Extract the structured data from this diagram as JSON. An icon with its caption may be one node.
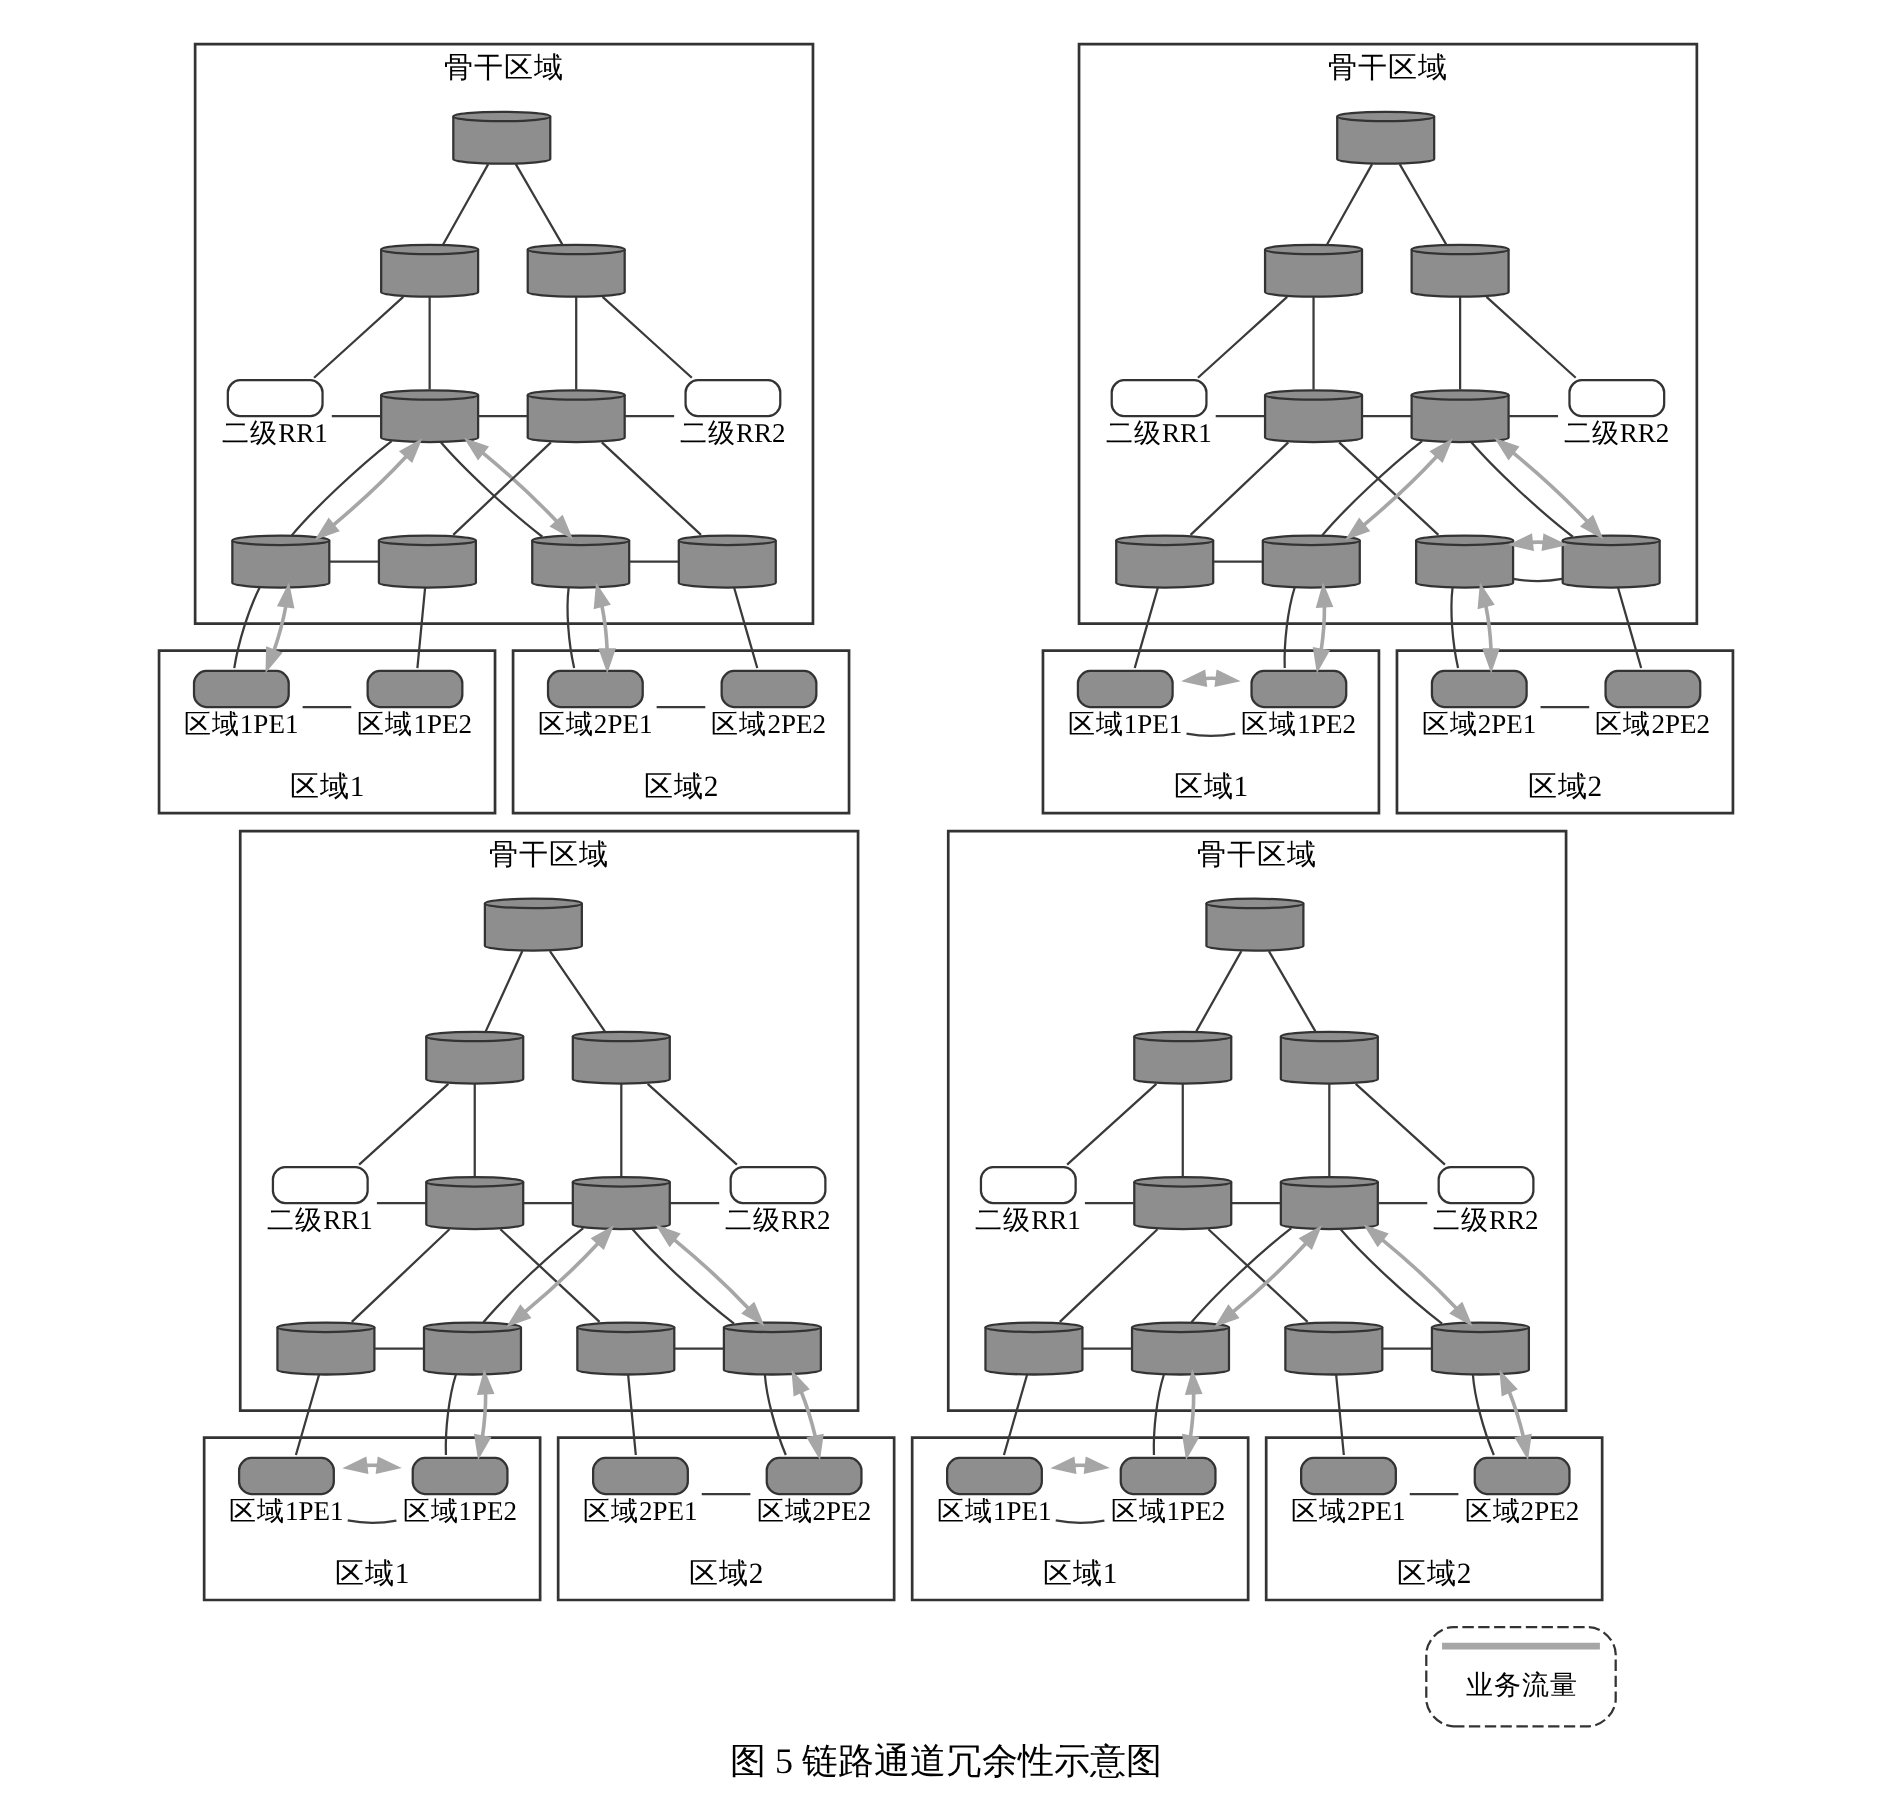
{
  "diagram": {
    "caption": "图 5 链路通道冗余性示意图",
    "nodes": [
      {
        "text": [
          "骨干区域"
        ]
      },
      {
        "text": [],
        "shape": "cylinder",
        "in": 0
      },
      {
        "text": [],
        "shape": "cylinder",
        "in": 0
      },
      {
        "text": [],
        "shape": "cylinder",
        "in": 0
      },
      {
        "text": [
          "二级RR1"
        ],
        "in": 0
      },
      {
        "text": [],
        "shape": "cylinder",
        "in": 0
      },
      {
        "text": [],
        "shape": "cylinder",
        "in": 0
      },
      {
        "text": [
          "二级RR2"
        ],
        "in": 0
      },
      {
        "text": [],
        "shape": "cylinder",
        "in": 0
      },
      {
        "text": [],
        "shape": "cylinder",
        "in": 0
      },
      {
        "text": [],
        "shape": "cylinder",
        "in": 0
      },
      {
        "text": [],
        "shape": "cylinder",
        "in": 0
      },
      {
        "text": [
          "区域1"
        ]
      },
      {
        "text": [
          "区域1PE1"
        ],
        "in": 12
      },
      {
        "text": [
          "区域1PE2"
        ],
        "in": 12
      },
      {
        "text": [
          "区域2"
        ]
      },
      {
        "text": [
          "区域2PE1"
        ],
        "in": 15
      },
      {
        "text": [
          "区域2PE2"
        ],
        "in": 15
      },
      {
        "text": [
          "骨干区域"
        ]
      },
      {
        "text": [],
        "shape": "cylinder",
        "in": 18
      },
      {
        "text": [],
        "shape": "cylinder",
        "in": 18
      },
      {
        "text": [],
        "shape": "cylinder",
        "in": 18
      },
      {
        "text": [
          "二级RR1"
        ],
        "in": 18
      },
      {
        "text": [],
        "shape": "cylinder",
        "in": 18
      },
      {
        "text": [],
        "shape": "cylinder",
        "in": 18
      },
      {
        "text": [
          "二级RR2"
        ],
        "in": 18
      },
      {
        "text": [],
        "shape": "cylinder",
        "in": 18
      },
      {
        "text": [],
        "shape": "cylinder",
        "in": 18
      },
      {
        "text": [],
        "shape": "cylinder",
        "in": 18
      },
      {
        "text": [],
        "shape": "cylinder",
        "in": 18
      },
      {
        "text": [
          "区域1"
        ]
      },
      {
        "text": [
          "区域1PE1"
        ],
        "in": 30
      },
      {
        "text": [
          "区域1PE2"
        ],
        "in": 30
      },
      {
        "text": [
          "区域2"
        ]
      },
      {
        "text": [
          "区域2PE1"
        ],
        "in": 33
      },
      {
        "text": [
          "区域2PE2"
        ],
        "in": 33
      },
      {
        "text": [
          "骨干区域"
        ]
      },
      {
        "text": [],
        "shape": "cylinder",
        "in": 36
      },
      {
        "text": [],
        "shape": "cylinder",
        "in": 36
      },
      {
        "text": [],
        "shape": "cylinder",
        "in": 36
      },
      {
        "text": [
          "二级RR1"
        ],
        "in": 36
      },
      {
        "text": [],
        "shape": "cylinder",
        "in": 36
      },
      {
        "text": [],
        "shape": "cylinder",
        "in": 36
      },
      {
        "text": [
          "二级RR2"
        ],
        "in": 36
      },
      {
        "text": [],
        "shape": "cylinder",
        "in": 36
      },
      {
        "text": [],
        "shape": "cylinder",
        "in": 36
      },
      {
        "text": [],
        "shape": "cylinder",
        "in": 36
      },
      {
        "text": [],
        "shape": "cylinder",
        "in": 36
      },
      {
        "text": [
          "区域1"
        ]
      },
      {
        "text": [
          "区域1PE1"
        ],
        "in": 48
      },
      {
        "text": [
          "区域1PE2"
        ],
        "in": 48
      },
      {
        "text": [
          "区域2"
        ]
      },
      {
        "text": [
          "区域2PE1"
        ],
        "in": 51
      },
      {
        "text": [
          "区域2PE2"
        ],
        "in": 51
      },
      {
        "text": [
          "骨干区域"
        ]
      },
      {
        "text": [],
        "shape": "cylinder",
        "in": 54
      },
      {
        "text": [],
        "shape": "cylinder",
        "in": 54
      },
      {
        "text": [],
        "shape": "cylinder",
        "in": 54
      },
      {
        "text": [
          "二级RR1"
        ],
        "in": 54
      },
      {
        "text": [],
        "shape": "cylinder",
        "in": 54
      },
      {
        "text": [],
        "shape": "cylinder",
        "in": 54
      },
      {
        "text": [
          "二级RR2"
        ],
        "in": 54
      },
      {
        "text": [],
        "shape": "cylinder",
        "in": 54
      },
      {
        "text": [],
        "shape": "cylinder",
        "in": 54
      },
      {
        "text": [],
        "shape": "cylinder",
        "in": 54
      },
      {
        "text": [],
        "shape": "cylinder",
        "in": 54
      },
      {
        "text": [
          "区域1"
        ]
      },
      {
        "text": [
          "区域1PE1"
        ],
        "in": 66
      },
      {
        "text": [
          "区域1PE2"
        ],
        "in": 66
      },
      {
        "text": [
          "区域2"
        ]
      },
      {
        "text": [
          "区域2PE1"
        ],
        "in": 69
      },
      {
        "text": [
          "区域2PE2"
        ],
        "in": 69
      }
    ],
    "edges": [
      {
        "from": 1,
        "to": 2,
        "arrow": "none"
      },
      {
        "from": 1,
        "to": 3,
        "arrow": "none"
      },
      {
        "from": 2,
        "to": 4,
        "arrow": "none"
      },
      {
        "from": 3,
        "to": 7,
        "arrow": "none"
      },
      {
        "from": 2,
        "to": 5,
        "arrow": "none"
      },
      {
        "from": 3,
        "to": 6,
        "arrow": "none"
      },
      {
        "from": 4,
        "to": 5,
        "arrow": "none"
      },
      {
        "from": 5,
        "to": 6,
        "arrow": "none"
      },
      {
        "from": 6,
        "to": 7,
        "arrow": "none"
      },
      {
        "from": 5,
        "to": 8,
        "arrow": "none"
      },
      {
        "from": 5,
        "to": 10,
        "arrow": "none"
      },
      {
        "from": 6,
        "to": 9,
        "arrow": "none"
      },
      {
        "from": 6,
        "to": 11,
        "arrow": "none"
      },
      {
        "from": 8,
        "to": 9,
        "arrow": "none"
      },
      {
        "from": 10,
        "to": 11,
        "arrow": "none"
      },
      {
        "from": 8,
        "to": 13,
        "arrow": "none"
      },
      {
        "from": 9,
        "to": 14,
        "arrow": "none"
      },
      {
        "from": 13,
        "to": 14,
        "arrow": "none"
      },
      {
        "from": 10,
        "to": 16,
        "arrow": "none"
      },
      {
        "from": 11,
        "to": 17,
        "arrow": "none"
      },
      {
        "from": 16,
        "to": 17,
        "arrow": "none"
      },
      {
        "from": 5,
        "to": 8,
        "arrow": "both",
        "color": "#a6a6a6"
      },
      {
        "from": 8,
        "to": 13,
        "arrow": "both",
        "color": "#a6a6a6"
      },
      {
        "from": 5,
        "to": 10,
        "arrow": "both",
        "color": "#a6a6a6"
      },
      {
        "from": 10,
        "to": 16,
        "arrow": "both",
        "color": "#a6a6a6"
      },
      {
        "from": 19,
        "to": 20,
        "arrow": "none"
      },
      {
        "from": 19,
        "to": 21,
        "arrow": "none"
      },
      {
        "from": 20,
        "to": 22,
        "arrow": "none"
      },
      {
        "from": 21,
        "to": 25,
        "arrow": "none"
      },
      {
        "from": 20,
        "to": 23,
        "arrow": "none"
      },
      {
        "from": 21,
        "to": 24,
        "arrow": "none"
      },
      {
        "from": 22,
        "to": 23,
        "arrow": "none"
      },
      {
        "from": 23,
        "to": 24,
        "arrow": "none"
      },
      {
        "from": 24,
        "to": 25,
        "arrow": "none"
      },
      {
        "from": 23,
        "to": 26,
        "arrow": "none"
      },
      {
        "from": 23,
        "to": 28,
        "arrow": "none"
      },
      {
        "from": 24,
        "to": 27,
        "arrow": "none"
      },
      {
        "from": 24,
        "to": 29,
        "arrow": "none"
      },
      {
        "from": 26,
        "to": 27,
        "arrow": "none"
      },
      {
        "from": 28,
        "to": 29,
        "arrow": "none"
      },
      {
        "from": 26,
        "to": 31,
        "arrow": "none"
      },
      {
        "from": 27,
        "to": 32,
        "arrow": "none"
      },
      {
        "from": 31,
        "to": 32,
        "arrow": "none"
      },
      {
        "from": 28,
        "to": 34,
        "arrow": "none"
      },
      {
        "from": 29,
        "to": 35,
        "arrow": "none"
      },
      {
        "from": 34,
        "to": 35,
        "arrow": "none"
      },
      {
        "from": 24,
        "to": 27,
        "arrow": "both",
        "color": "#a6a6a6"
      },
      {
        "from": 24,
        "to": 29,
        "arrow": "both",
        "color": "#a6a6a6"
      },
      {
        "from": 28,
        "to": 29,
        "arrow": "both",
        "color": "#a6a6a6"
      },
      {
        "from": 27,
        "to": 32,
        "arrow": "both",
        "color": "#a6a6a6"
      },
      {
        "from": 31,
        "to": 32,
        "arrow": "both",
        "color": "#a6a6a6"
      },
      {
        "from": 28,
        "to": 34,
        "arrow": "both",
        "color": "#a6a6a6"
      },
      {
        "from": 37,
        "to": 38,
        "arrow": "none"
      },
      {
        "from": 37,
        "to": 39,
        "arrow": "none"
      },
      {
        "from": 38,
        "to": 40,
        "arrow": "none"
      },
      {
        "from": 39,
        "to": 43,
        "arrow": "none"
      },
      {
        "from": 38,
        "to": 41,
        "arrow": "none"
      },
      {
        "from": 39,
        "to": 42,
        "arrow": "none"
      },
      {
        "from": 40,
        "to": 41,
        "arrow": "none"
      },
      {
        "from": 41,
        "to": 42,
        "arrow": "none"
      },
      {
        "from": 42,
        "to": 43,
        "arrow": "none"
      },
      {
        "from": 41,
        "to": 44,
        "arrow": "none"
      },
      {
        "from": 41,
        "to": 46,
        "arrow": "none"
      },
      {
        "from": 42,
        "to": 45,
        "arrow": "none"
      },
      {
        "from": 42,
        "to": 47,
        "arrow": "none"
      },
      {
        "from": 44,
        "to": 45,
        "arrow": "none"
      },
      {
        "from": 46,
        "to": 47,
        "arrow": "none"
      },
      {
        "from": 44,
        "to": 49,
        "arrow": "none"
      },
      {
        "from": 45,
        "to": 50,
        "arrow": "none"
      },
      {
        "from": 49,
        "to": 50,
        "arrow": "none"
      },
      {
        "from": 46,
        "to": 52,
        "arrow": "none"
      },
      {
        "from": 47,
        "to": 53,
        "arrow": "none"
      },
      {
        "from": 52,
        "to": 53,
        "arrow": "none"
      },
      {
        "from": 42,
        "to": 45,
        "arrow": "both",
        "color": "#a6a6a6"
      },
      {
        "from": 42,
        "to": 47,
        "arrow": "both",
        "color": "#a6a6a6"
      },
      {
        "from": 45,
        "to": 50,
        "arrow": "both",
        "color": "#a6a6a6"
      },
      {
        "from": 49,
        "to": 50,
        "arrow": "both",
        "color": "#a6a6a6"
      },
      {
        "from": 47,
        "to": 53,
        "arrow": "both",
        "color": "#a6a6a6"
      },
      {
        "from": 55,
        "to": 56,
        "arrow": "none"
      },
      {
        "from": 55,
        "to": 57,
        "arrow": "none"
      },
      {
        "from": 56,
        "to": 58,
        "arrow": "none"
      },
      {
        "from": 57,
        "to": 61,
        "arrow": "none"
      },
      {
        "from": 56,
        "to": 59,
        "arrow": "none"
      },
      {
        "from": 57,
        "to": 60,
        "arrow": "none"
      },
      {
        "from": 58,
        "to": 59,
        "arrow": "none"
      },
      {
        "from": 59,
        "to": 60,
        "arrow": "none"
      },
      {
        "from": 60,
        "to": 61,
        "arrow": "none"
      },
      {
        "from": 59,
        "to": 62,
        "arrow": "none"
      },
      {
        "from": 59,
        "to": 64,
        "arrow": "none"
      },
      {
        "from": 60,
        "to": 63,
        "arrow": "none"
      },
      {
        "from": 60,
        "to": 65,
        "arrow": "none"
      },
      {
        "from": 62,
        "to": 63,
        "arrow": "none"
      },
      {
        "from": 64,
        "to": 65,
        "arrow": "none"
      },
      {
        "from": 62,
        "to": 67,
        "arrow": "none"
      },
      {
        "from": 63,
        "to": 68,
        "arrow": "none"
      },
      {
        "from": 67,
        "to": 68,
        "arrow": "none"
      },
      {
        "from": 64,
        "to": 70,
        "arrow": "none"
      },
      {
        "from": 65,
        "to": 71,
        "arrow": "none"
      },
      {
        "from": 70,
        "to": 71,
        "arrow": "none"
      },
      {
        "from": 60,
        "to": 63,
        "arrow": "both",
        "color": "#a6a6a6"
      },
      {
        "from": 60,
        "to": 65,
        "arrow": "both",
        "color": "#a6a6a6"
      },
      {
        "from": 63,
        "to": 68,
        "arrow": "both",
        "color": "#a6a6a6"
      },
      {
        "from": 67,
        "to": 68,
        "arrow": "both",
        "color": "#a6a6a6"
      },
      {
        "from": 65,
        "to": 71,
        "arrow": "both",
        "color": "#a6a6a6"
      }
    ],
    "legend": [
      {
        "text": "业务流量"
      }
    ]
  }
}
